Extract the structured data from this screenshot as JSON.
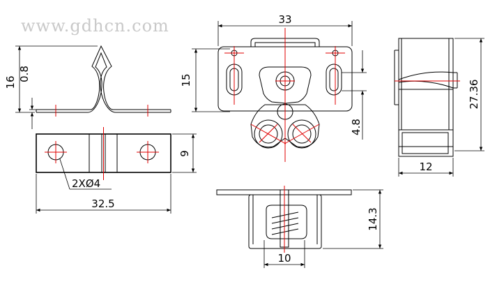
{
  "watermark": "www.gdhcn.com",
  "dimensions": {
    "side_height": "16",
    "side_thickness": "0.8",
    "top_width": "33",
    "hole_spacing_v": "15",
    "roller_offset": "4.8",
    "right_height": "27.36",
    "right_width": "12",
    "base_width": "32.5",
    "base_height": "9",
    "hole_note": "2XØ4",
    "bottom_height": "14.3",
    "bottom_width": "10"
  },
  "colors": {
    "outline": "#000000",
    "center_line": "#e00000",
    "watermark": "#c9c9c9"
  }
}
